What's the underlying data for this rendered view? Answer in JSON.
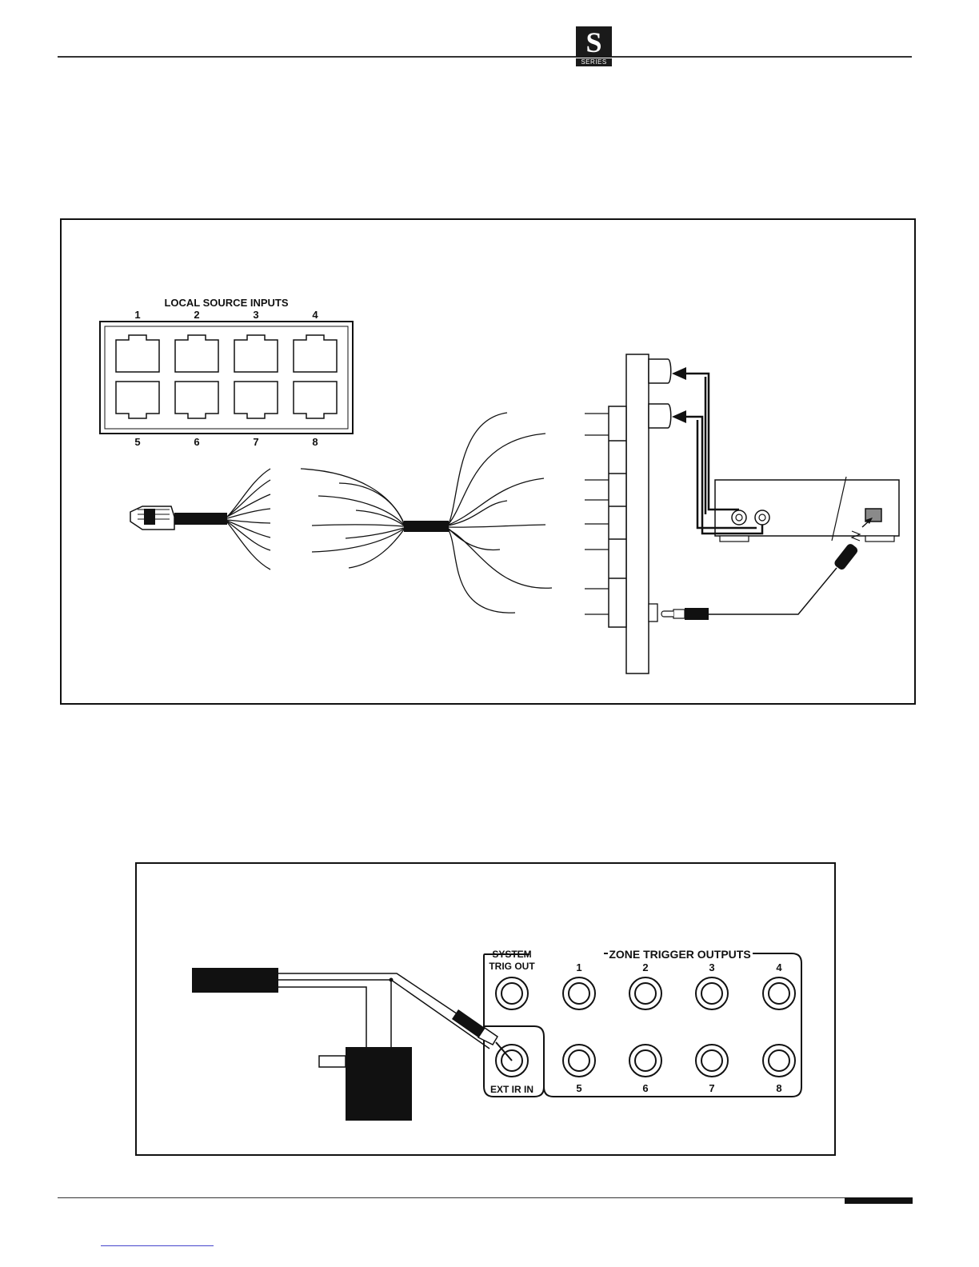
{
  "header": {
    "logo_letter": "S",
    "logo_text": "SERIES"
  },
  "figure1": {
    "panel_title": "LOCAL SOURCE INPUTS",
    "top_numbers": [
      "1",
      "2",
      "3",
      "4"
    ],
    "bottom_numbers": [
      "5",
      "6",
      "7",
      "8"
    ]
  },
  "figure2": {
    "system_label": "SYSTEM",
    "trig_out_label": "TRIG OUT",
    "zone_title": "ZONE TRIGGER OUTPUTS",
    "top_numbers": [
      "1",
      "2",
      "3",
      "4"
    ],
    "bottom_numbers": [
      "5",
      "6",
      "7",
      "8"
    ],
    "ext_ir_label": "EXT IR IN"
  }
}
